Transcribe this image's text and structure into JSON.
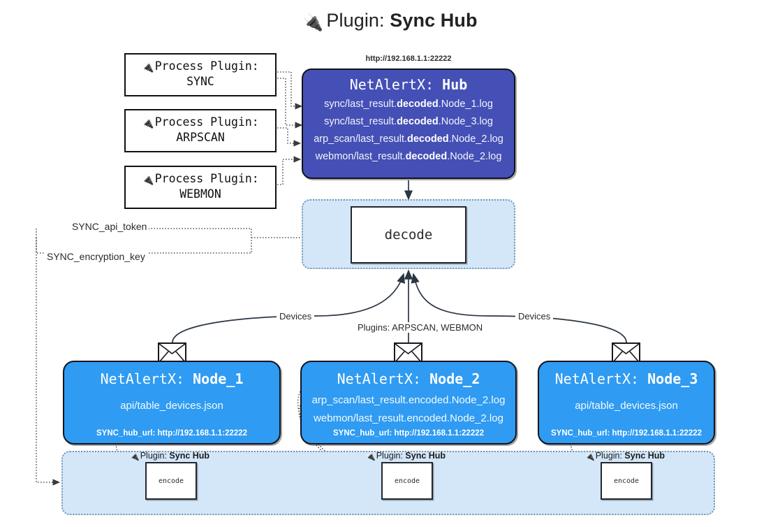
{
  "title": {
    "icon": "plug-icon",
    "prefix": "Plugin:",
    "name": "Sync Hub"
  },
  "process_plugins": [
    {
      "icon": "plug-icon",
      "line1": "Process Plugin:",
      "line2": "SYNC"
    },
    {
      "icon": "plug-icon",
      "line1": "Process Plugin:",
      "line2": "ARPSCAN"
    },
    {
      "icon": "plug-icon",
      "line1": "Process Plugin:",
      "line2": "WEBMON"
    }
  ],
  "hub": {
    "url": "http://192.168.1.1:22222",
    "title_prefix": "NetAlertX:",
    "title_name": "Hub",
    "color": "#4450b5",
    "logs": [
      {
        "pre": "sync/last_result.",
        "em": "decoded",
        "post": ".Node_1.log"
      },
      {
        "pre": "sync/last_result.",
        "em": "decoded",
        "post": ".Node_3.log"
      },
      {
        "pre": "arp_scan/last_result.",
        "em": "decoded",
        "post": ".Node_2.log"
      },
      {
        "pre": "webmon/last_result.",
        "em": "decoded",
        "post": ".Node_2.log"
      }
    ]
  },
  "decode": {
    "label": "decode",
    "container_color": "#d3e7f9"
  },
  "keys": [
    {
      "label": "SYNC_api_token"
    },
    {
      "label": "SYNC_encryption_key"
    }
  ],
  "edge_labels": {
    "left_devices": "Devices",
    "center_plugins": "Plugins: ARPSCAN, WEBMON",
    "right_devices": "Devices"
  },
  "nodes": [
    {
      "title_prefix": "NetAlertX:",
      "title_name": "Node_1",
      "color": "#2f9bf2",
      "lines": [
        "api/table_devices.json"
      ],
      "footer": "SYNC_hub_url: http://192.168.1.1:22222",
      "mail_icon": "envelope-icon"
    },
    {
      "title_prefix": "NetAlertX:",
      "title_name": "Node_2",
      "color": "#2f9bf2",
      "lines": [
        "arp_scan/last_result.encoded.Node_2.log",
        "webmon/last_result.encoded.Node_2.log"
      ],
      "footer": "SYNC_hub_url: http://192.168.1.1:22222",
      "mail_icon": "envelope-icon"
    },
    {
      "title_prefix": "NetAlertX:",
      "title_name": "Node_3",
      "color": "#2f9bf2",
      "lines": [
        "api/table_devices.json"
      ],
      "footer": "SYNC_hub_url: http://192.168.1.1:22222",
      "mail_icon": "envelope-icon"
    }
  ],
  "encode_units": [
    {
      "icon": "plug-icon",
      "label_prefix": "Plugin:",
      "label_name": "Sync Hub",
      "box_label": "encode"
    },
    {
      "icon": "plug-icon",
      "label_prefix": "Plugin:",
      "label_name": "Sync Hub",
      "box_label": "encode"
    },
    {
      "icon": "plug-icon",
      "label_prefix": "Plugin:",
      "label_name": "Sync Hub",
      "box_label": "encode"
    }
  ]
}
